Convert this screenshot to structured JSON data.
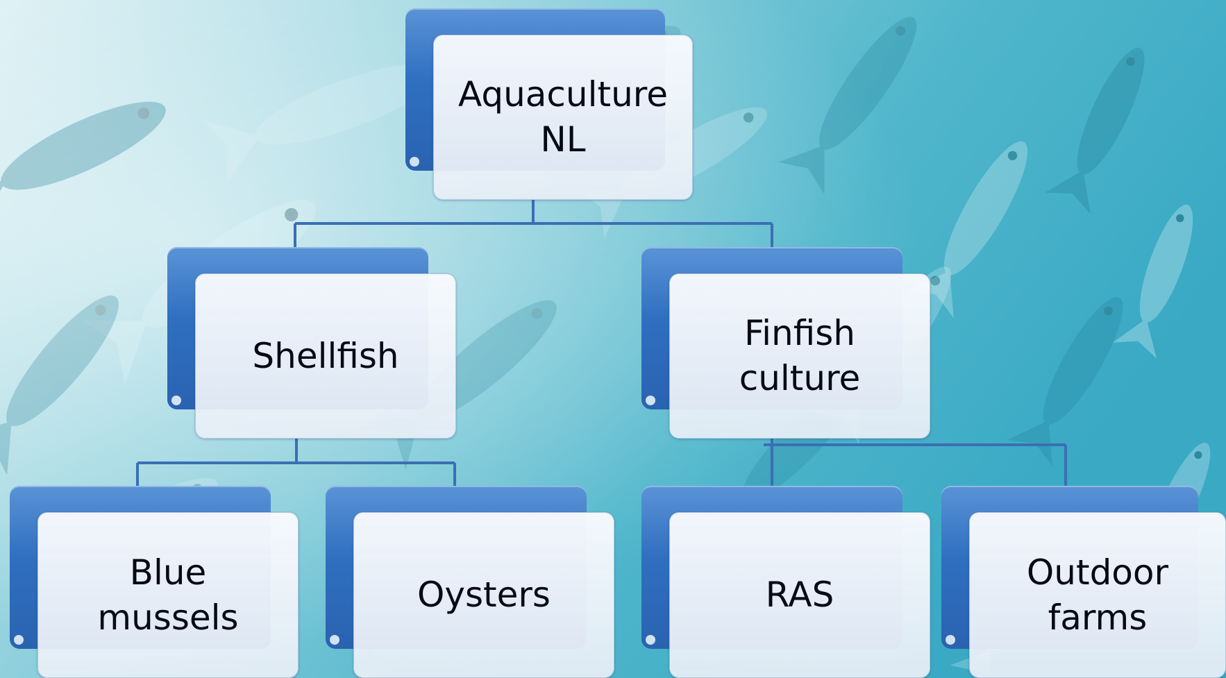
{
  "diagram": {
    "colors": {
      "connector": "#3b6fb3",
      "box_back": "#2f6fc0",
      "box_front": "#eef2f8",
      "text": "#050a14",
      "water_light": "#cfe9f0",
      "water_dark": "#2aa7c2"
    },
    "nodes": [
      {
        "id": "root",
        "label": "Aquaculture\nNL"
      },
      {
        "id": "shellfish",
        "label": "Shellfish",
        "parent": "root"
      },
      {
        "id": "finfish",
        "label": "Finfish\nculture",
        "parent": "root"
      },
      {
        "id": "blue-mussels",
        "label": "Blue\nmussels",
        "parent": "shellfish"
      },
      {
        "id": "oysters",
        "label": "Oysters",
        "parent": "shellfish"
      },
      {
        "id": "ras",
        "label": "RAS",
        "parent": "finfish"
      },
      {
        "id": "outdoor-farms",
        "label": "Outdoor\nfarms",
        "parent": "finfish"
      }
    ]
  }
}
